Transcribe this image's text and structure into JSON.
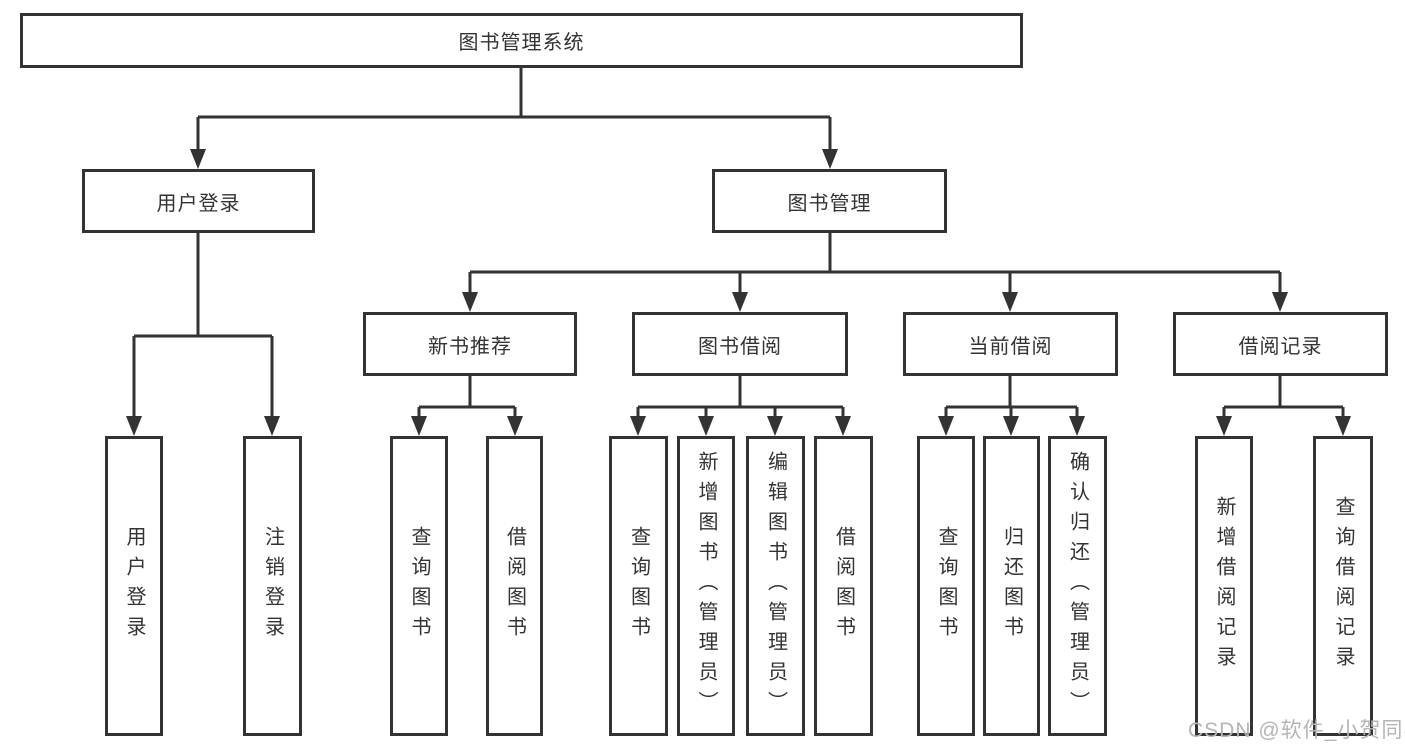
{
  "diagram": {
    "title": "图书管理系统",
    "root": {
      "label": "图书管理系统"
    },
    "children": [
      {
        "label": "用户登录",
        "children": [
          {
            "label": "用户登录"
          },
          {
            "label": "注销登录"
          }
        ]
      },
      {
        "label": "图书管理",
        "children": [
          {
            "label": "新书推荐",
            "children": [
              {
                "label": "查询图书"
              },
              {
                "label": "借阅图书"
              }
            ]
          },
          {
            "label": "图书借阅",
            "children": [
              {
                "label": "查询图书"
              },
              {
                "label": "新增图书（管理员）"
              },
              {
                "label": "编辑图书（管理员）"
              },
              {
                "label": "借阅图书"
              }
            ]
          },
          {
            "label": "当前借阅",
            "children": [
              {
                "label": "查询图书"
              },
              {
                "label": "归还图书"
              },
              {
                "label": "确认归还（管理员）"
              }
            ]
          },
          {
            "label": "借阅记录",
            "children": [
              {
                "label": "新增借阅记录"
              },
              {
                "label": "查询借阅记录"
              }
            ]
          }
        ]
      }
    ]
  },
  "watermark": {
    "text": "CSDN @软件_小贺同学"
  },
  "colors": {
    "line": "#333333",
    "text": "#333333",
    "box_background": "#ffffff",
    "watermark": "#b5b5b5",
    "background": "#ffffff"
  }
}
